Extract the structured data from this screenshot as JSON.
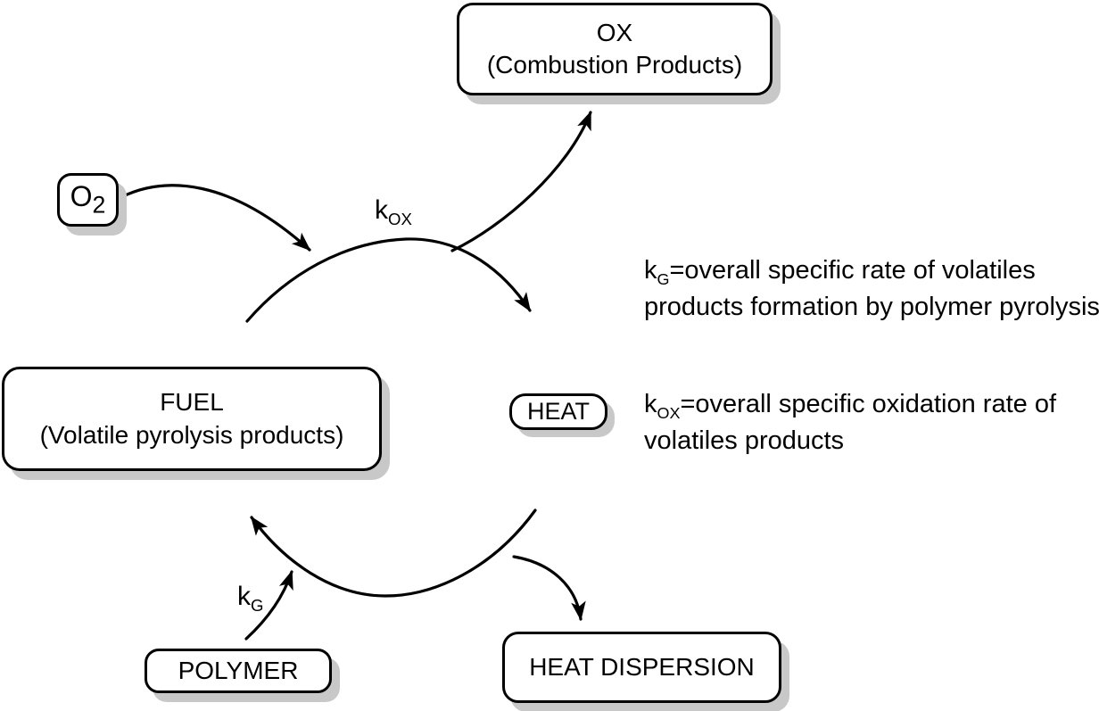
{
  "diagram": {
    "title_hint": "polymer combustion cycle",
    "colors": {
      "stroke": "#000000",
      "shadow": "#c8c8c8",
      "background": "#ffffff"
    },
    "nodes": {
      "ox": {
        "line1": "OX",
        "line2": "(Combustion Products)"
      },
      "o2": {
        "base": "O",
        "sub": "2"
      },
      "fuel": {
        "line1": "FUEL",
        "line2": "(Volatile pyrolysis products)"
      },
      "heat": {
        "label": "HEAT"
      },
      "polymer": {
        "label": "POLYMER"
      },
      "heat_dispersion": {
        "label": "HEAT DISPERSION"
      }
    },
    "rate_labels": {
      "kox": {
        "base": "k",
        "sub": "OX"
      },
      "kg": {
        "base": "k",
        "sub": "G"
      }
    },
    "definitions": {
      "kg": {
        "base": "k",
        "sub": "G",
        "text": "=overall specific rate of volatiles products formation by polymer pyrolysis"
      },
      "kox": {
        "base": "k",
        "sub": "OX",
        "text": "=overall specific oxidation rate of volatiles products"
      }
    }
  }
}
